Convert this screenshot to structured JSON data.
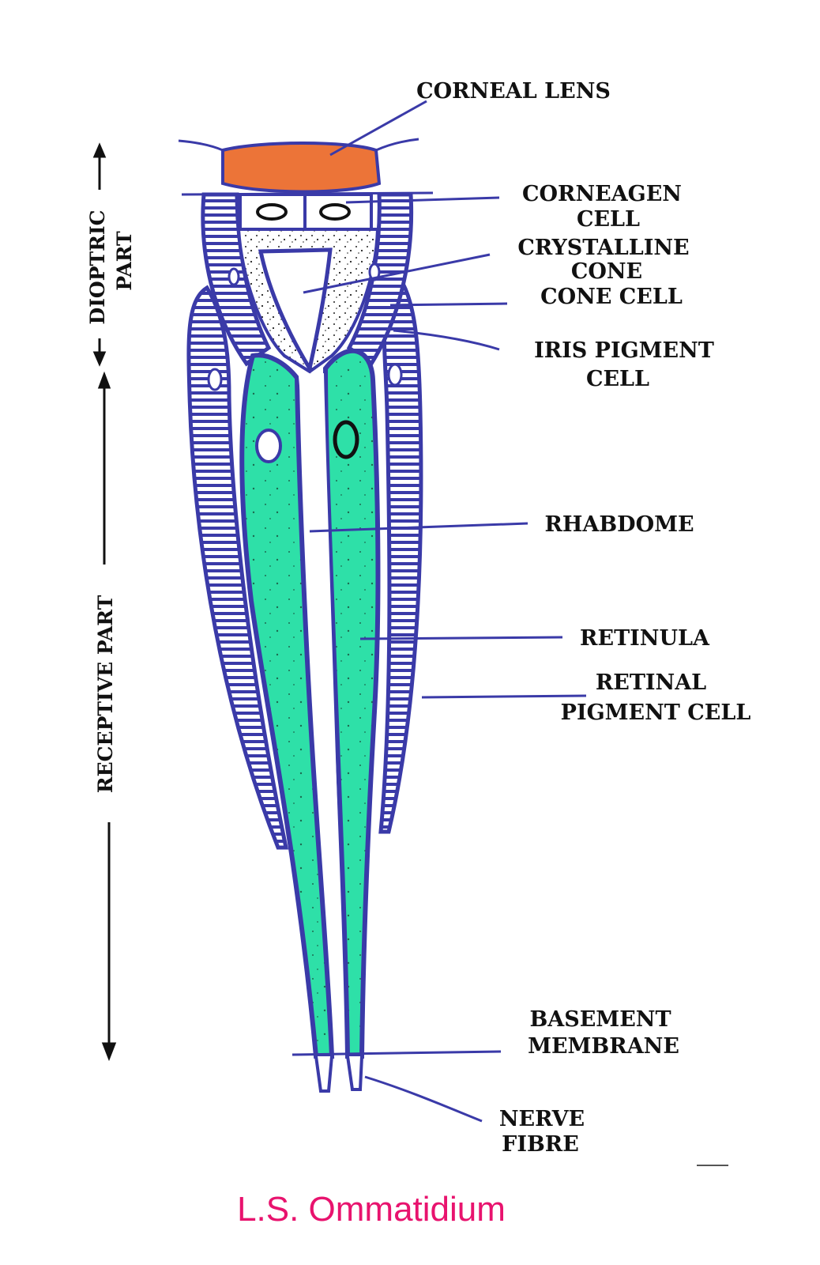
{
  "colors": {
    "outline": "#3a3aa8",
    "lens": "#ec7438",
    "retinula": "#2ee0a8",
    "caption": "#e8136e",
    "label": "#111111"
  },
  "labels": {
    "corneal_lens": "CORNEAL LENS",
    "corneagen_1": "CORNEAGEN",
    "corneagen_2": "CELL",
    "crystalline_1": "CRYSTALLINE",
    "crystalline_2": "CONE",
    "cone_cell": "CONE CELL",
    "iris_1": "IRIS PIGMENT",
    "iris_2": "CELL",
    "rhabdome": "RHABDOME",
    "retinula": "RETINULA",
    "retinal_1": "RETINAL",
    "retinal_2": "PIGMENT CELL",
    "basement_1": "BASEMENT",
    "basement_2": "MEMBRANE",
    "nerve_1": "NERVE",
    "nerve_2": "FIBRE"
  },
  "side_labels": {
    "dioptric_1": "DIOPTRIC",
    "dioptric_2": "PART",
    "receptive": "RECEPTIVE PART"
  },
  "caption": "L.S. Ommatidium"
}
